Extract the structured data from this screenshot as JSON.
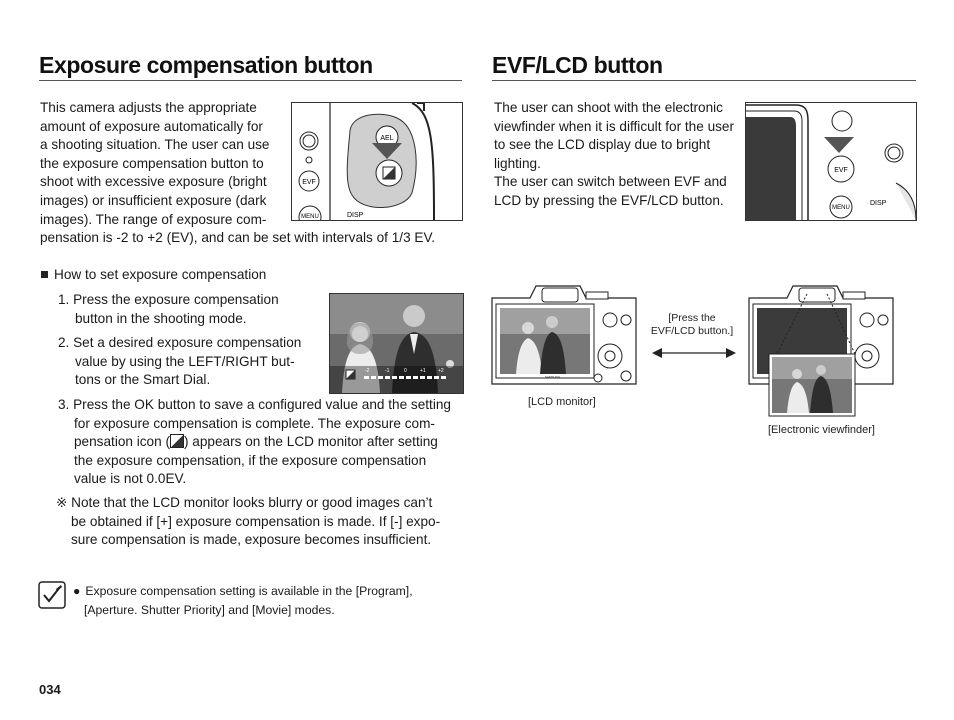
{
  "left": {
    "title": "Exposure compensation button",
    "intro": [
      "This camera adjusts the appropriate",
      "amount of exposure automatically for",
      "a shooting situation. The user can use",
      "the exposure compensation button to",
      "shoot with excessive exposure (bright",
      "images) or insufficient exposure (dark",
      "images). The range of exposure com-",
      "pensation is -2 to +2 (EV), and can be set with intervals of 1/3 EV."
    ],
    "howto_heading": "How to set exposure compensation",
    "step1": [
      "1. Press the exposure compensation",
      "button in the shooting mode."
    ],
    "step2": [
      "2. Set a desired exposure compensation",
      "value by using the LEFT/RIGHT but-",
      "tons or the Smart Dial."
    ],
    "step3": [
      "3. Press the OK button to save a configured value and the setting",
      "for exposure compensation is complete. The exposure com-",
      "pensation icon (",
      ") appears on the LCD monitor after setting",
      "the exposure compensation, if the exposure compensation",
      "value is not 0.0EV."
    ],
    "note": [
      "※ Note that the LCD monitor looks blurry or good images can’t",
      "be obtained if [+] exposure compensation is made. If [-] expo-",
      "sure compensation is made, exposure becomes insufficient."
    ],
    "tip": [
      "Exposure compensation setting is available in the [Program],",
      "[Aperture. Shutter Priority] and [Movie] modes."
    ],
    "cam_labels": {
      "ael": "AEL",
      "evf": "EVF",
      "menu": "MENU",
      "disp": "DISP"
    },
    "ev_scale": [
      "-2",
      "-1",
      "0",
      "+1",
      "+2"
    ]
  },
  "right": {
    "title": "EVF/LCD button",
    "intro": [
      "The user can shoot with the electronic",
      "viewfinder when it is difficult for the user",
      "to see the LCD display due to bright",
      "lighting.",
      "The user can switch between EVF and",
      "LCD by pressing the EVF/LCD button."
    ],
    "cam_labels": {
      "evf": "EVF",
      "menu": "MENU",
      "disp": "DISP"
    },
    "press_label": [
      "[Press the",
      "EVF/LCD button.]"
    ],
    "lcd_caption": "[LCD monitor]",
    "evf_caption": "[Electronic viewfinder]"
  },
  "page_number": "034"
}
